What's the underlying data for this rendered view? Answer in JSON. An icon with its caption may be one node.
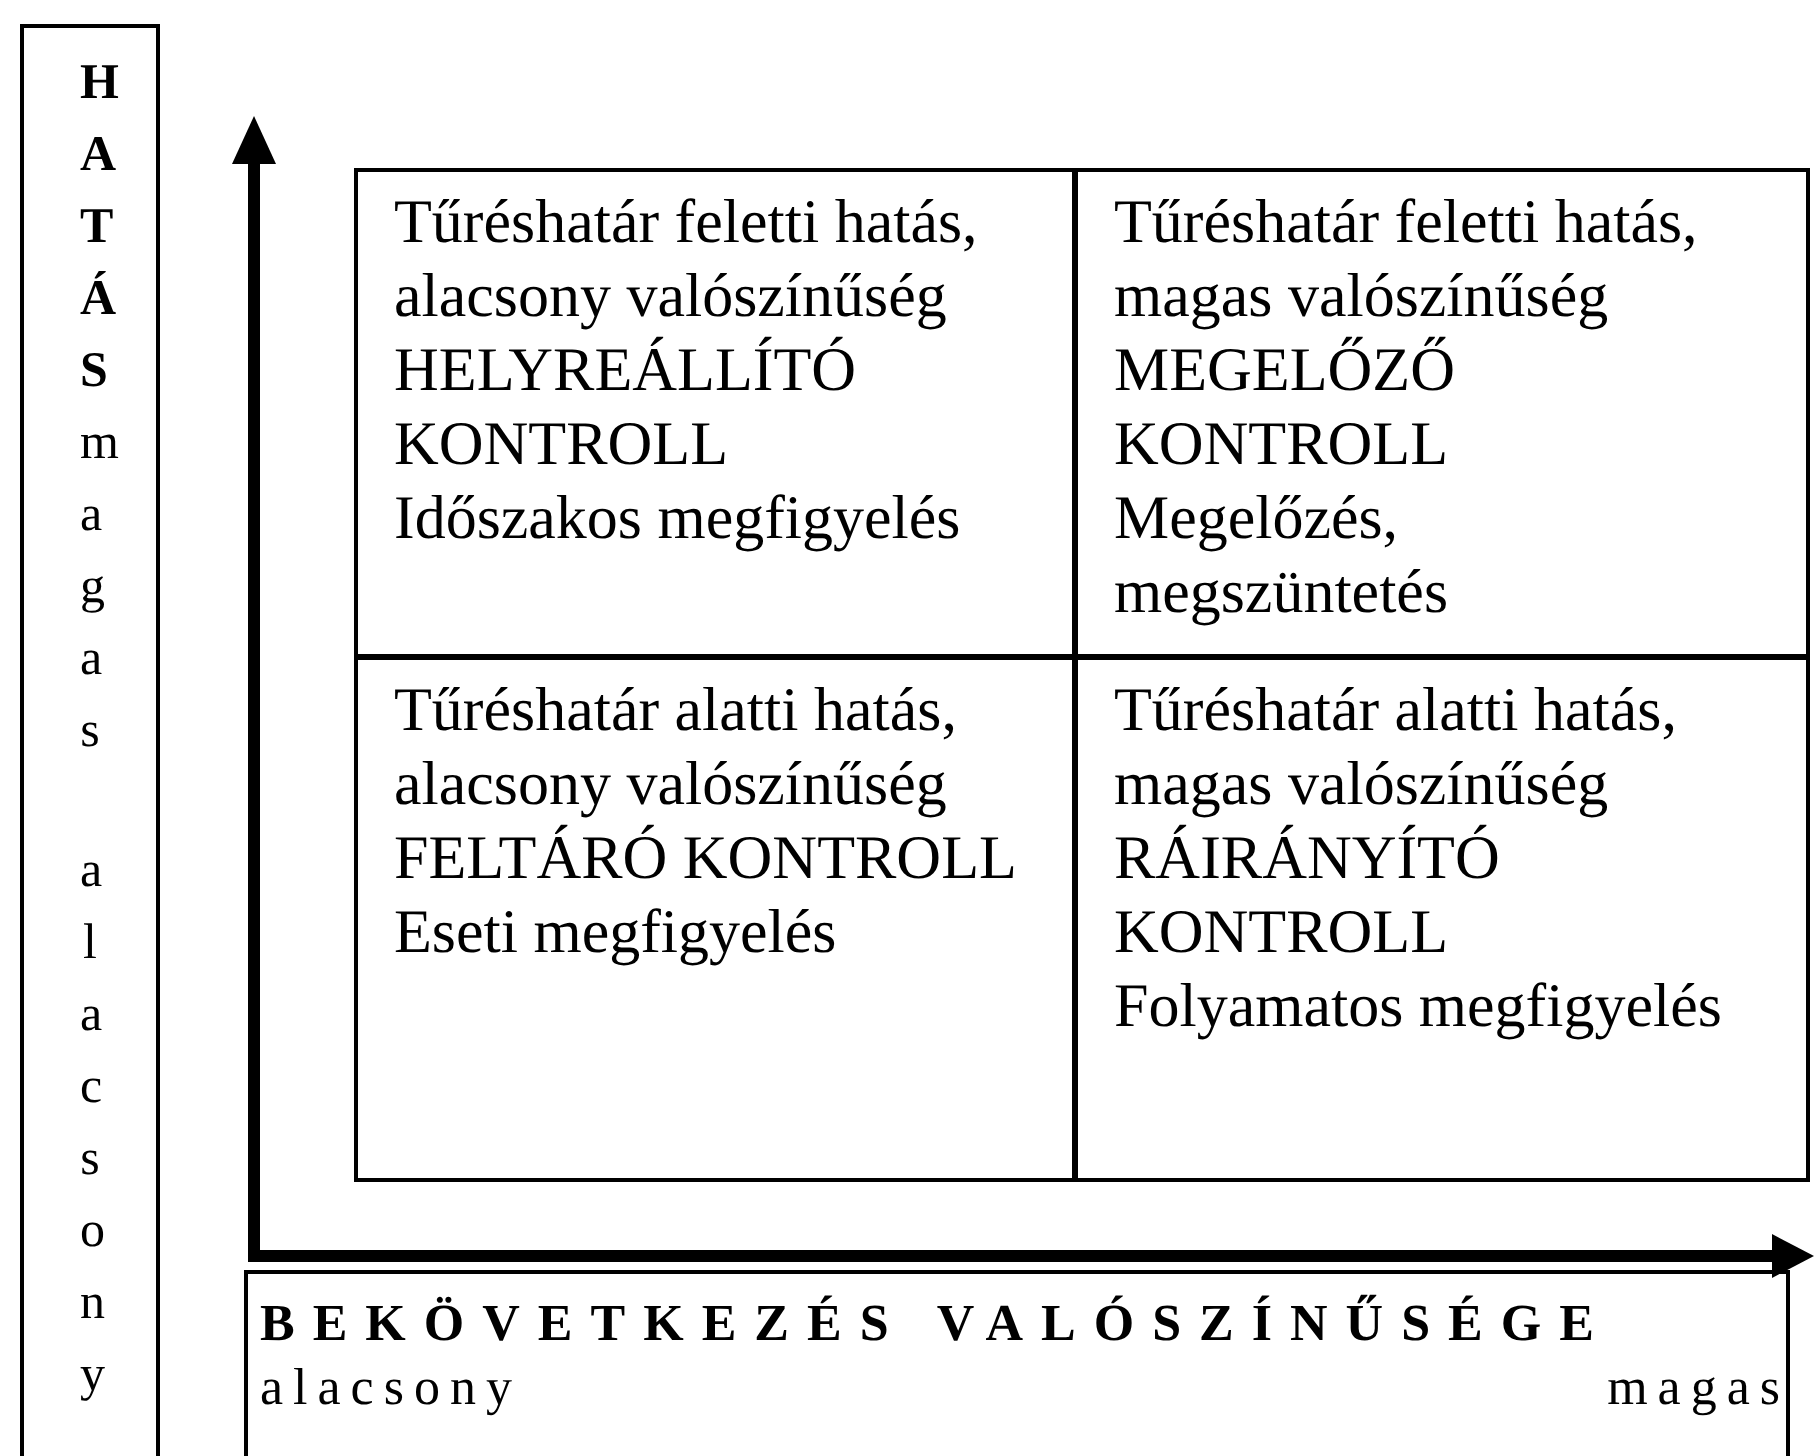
{
  "diagram": {
    "nodes": [
      {
        "text": [
          "HATÁS",
          "magas",
          "alacsony"
        ]
      },
      {
        "text": [
          "Tűréshatár feletti hatás, alacsony valószínűség",
          "HELYREÁLLÍTÓ KONTROLL",
          "Időszakos megfigyelés"
        ]
      },
      {
        "text": [
          "Tűréshatár feletti hatás, magas valószínűség",
          "MEGELŐZŐ KONTROLL",
          "Megelőzés, megszüntetés"
        ]
      },
      {
        "text": [
          "Tűréshatár alatti hatás, alacsony valószínűség",
          "FELTÁRÓ KONTROLL",
          "Eseti megfigyelés"
        ]
      },
      {
        "text": [
          "Tűréshatár alatti hatás, magas valószínűség",
          "RÁIRÁNYÍTÓ KONTROLL",
          "Folyamatos megfigyelés"
        ]
      },
      {
        "text": [
          "BEKÖVETKEZÉS VALÓSZÍNŰSÉGE",
          "alacsony",
          "magas"
        ]
      }
    ]
  }
}
